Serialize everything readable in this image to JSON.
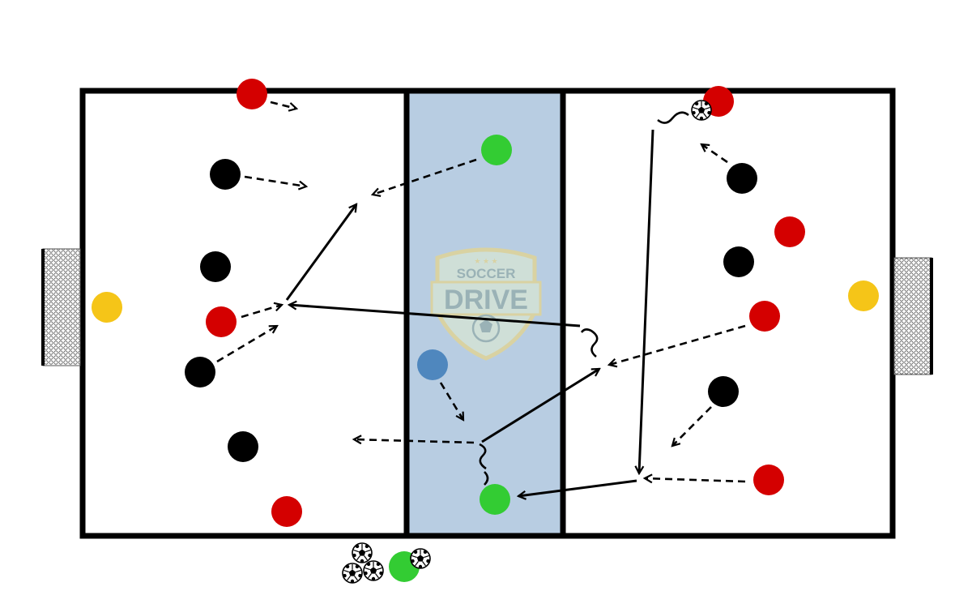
{
  "watermark": {
    "line1": "SOCCER",
    "line2": "DRIVE",
    "star_glyph": "★"
  },
  "colors": {
    "background": "#ffffff",
    "field_line": "#000000",
    "center_zone": "#b8cde2",
    "red_team": "#d40000",
    "black_team": "#000000",
    "neutral_green": "#33cc33",
    "goalkeeper_yellow": "#f5c518",
    "blue_player": "#4f87be",
    "watermark_fill": "#d9e6d4",
    "watermark_text": "#8fa8a6",
    "watermark_gold": "#e6d58a"
  },
  "legend": {
    "red": "red-team-player",
    "black": "black-team-player",
    "green": "neutral-player",
    "yellow": "goalkeeper",
    "blue": "central-player"
  },
  "icons": {
    "ball": "soccer-ball-icon",
    "goal": "goal-net-icon",
    "run": "dashed-arrow-icon",
    "pass": "solid-arrow-icon",
    "dribble": "squiggle-icon"
  }
}
